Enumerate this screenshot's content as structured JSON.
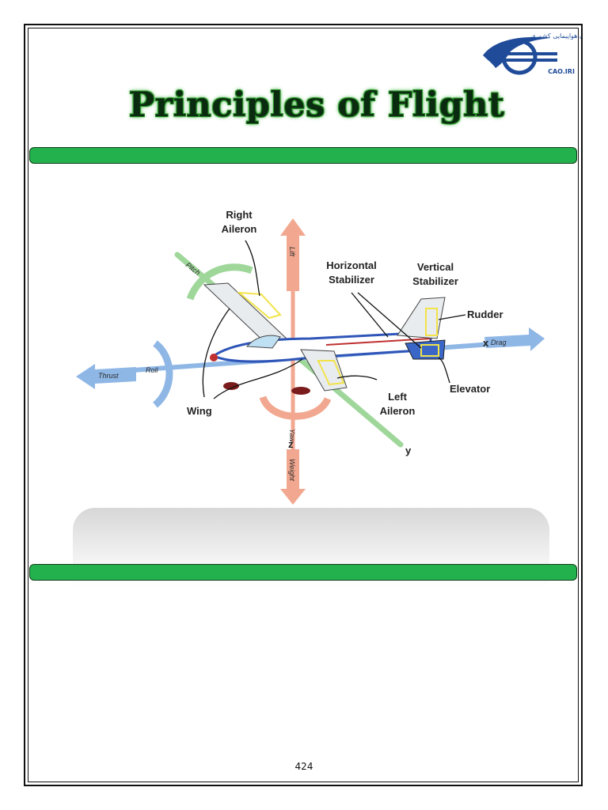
{
  "document": {
    "title": "Principles of Flight",
    "page_number": "424"
  },
  "logo": {
    "persian_text": "سازمان هواپیمایی کشوری",
    "org_code": "CAO.IRI"
  },
  "diagram": {
    "labels": {
      "right_aileron_line1": "Right",
      "right_aileron_line2": "Aileron",
      "horizontal_stabilizer_line1": "Horizontal",
      "horizontal_stabilizer_line2": "Stabilizer",
      "vertical_stabilizer_line1": "Vertical",
      "vertical_stabilizer_line2": "Stabilizer",
      "rudder": "Rudder",
      "elevator": "Elevator",
      "left_aileron_line1": "Left",
      "left_aileron_line2": "Aileron",
      "wing": "Wing"
    },
    "forces": {
      "lift": "Lift",
      "weight": "Weight",
      "thrust": "Thrust",
      "drag": "Drag"
    },
    "axes": {
      "x": "x",
      "y": "y",
      "z": "z",
      "pitch": "Pitch",
      "roll": "Roll",
      "yaw": "Yaw"
    },
    "colors": {
      "force_arrow": "#f2a890",
      "axis_x": "#8fb7e6",
      "axis_y": "#9fd79a",
      "fuselage": "#2f55b8",
      "highlight": "#f2e34a"
    }
  }
}
